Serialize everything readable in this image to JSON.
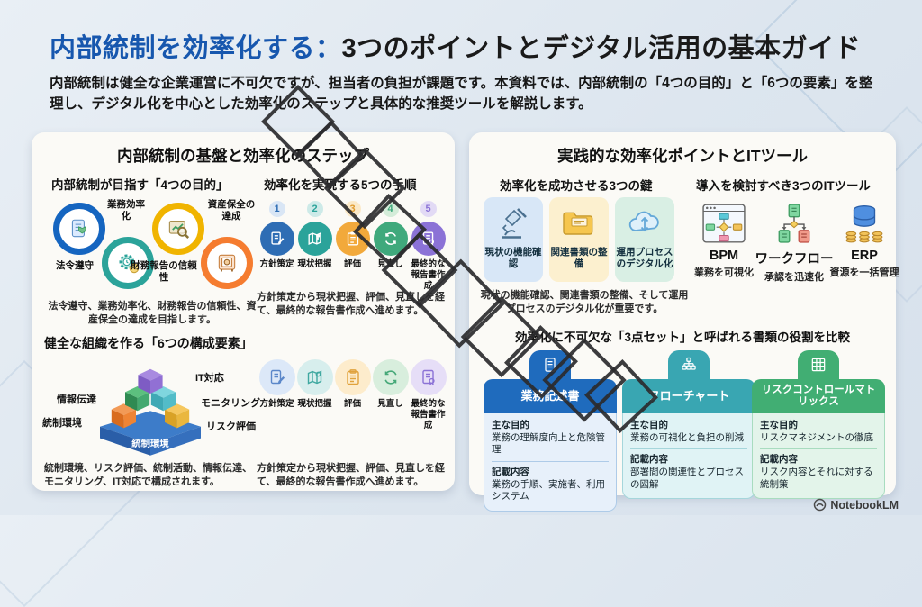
{
  "header": {
    "title_accent": "内部統制を効率化する：",
    "title_rest": "3つのポイントとデジタル活用の基本ガイド",
    "subtitle": "内部統制は健全な企業運営に不可欠ですが、担当者の負担が課題です。本資料では、内部統制の「4つの目的」と「6つの要素」を整理し、デジタル化を中心とした効率化のステップと具体的な推奨ツールを解説します。"
  },
  "left_card": {
    "title": "内部統制の基盤と効率化のステップ",
    "purposes": {
      "heading": "内部統制が目指す「4つの目的」",
      "items": [
        {
          "label": "法令遵守",
          "color": "#1565c0",
          "icon": "scroll-shield-icon"
        },
        {
          "label": "業務効率化",
          "color": "#2ba39a",
          "icon": "gears-clock-icon"
        },
        {
          "label": "財務報告の信頼性",
          "color": "#f0b400",
          "icon": "chart-magnifier-icon"
        },
        {
          "label": "資産保全の達成",
          "color": "#f57c30",
          "icon": "safe-icon"
        }
      ],
      "caption": "法令遵守、業務効率化、財務報告の信頼性、資産保全の達成を目指します。"
    },
    "steps": {
      "heading": "効率化を実現する5つの手順",
      "items": [
        {
          "num": "1",
          "label": "方針策定",
          "color": "#2e6db4",
          "icon": "document-pen-icon"
        },
        {
          "num": "2",
          "label": "現状把握",
          "color": "#2ba39a",
          "icon": "map-pin-icon"
        },
        {
          "num": "3",
          "label": "評価",
          "color": "#f2a93b",
          "icon": "clipboard-icon"
        },
        {
          "num": "4",
          "label": "見直し",
          "color": "#3fa97c",
          "icon": "refresh-icon"
        },
        {
          "num": "5",
          "label": "最終的な報告書作成",
          "color": "#8b72d6",
          "icon": "report-seal-icon"
        }
      ],
      "caption": "方針策定から現状把握、評価、見直しを経て、最終的な報告書作成へ進めます。"
    },
    "elements": {
      "heading": "健全な組織を作る「6つの構成要素」",
      "labels": {
        "it": "IT対応",
        "info": "情報伝達",
        "monitoring": "モニタリング",
        "control_env": "統制環境",
        "risk": "リスク評価",
        "base": "統制環境"
      },
      "caption": "統制環境、リスク評価、統制活動、情報伝達、モニタリング、IT対応で構成されます。"
    },
    "steps_pastel": {
      "items": [
        {
          "label": "方針策定"
        },
        {
          "label": "現状把握"
        },
        {
          "label": "評価"
        },
        {
          "label": "見直し"
        },
        {
          "label": "最終的な報告書作成"
        }
      ],
      "caption": "方針策定から現状把握、評価、見直しを経て、最終的な報告書作成へ進めます。"
    }
  },
  "right_card": {
    "title": "実践的な効率化ポイントとITツール",
    "keys": {
      "heading": "効率化を成功させる3つの鍵",
      "items": [
        {
          "label": "現状の機能確認",
          "icon": "microscope-icon",
          "color": "#d8e7f7"
        },
        {
          "label": "関連書類の整備",
          "icon": "folder-icon",
          "color": "#fcf0cf"
        },
        {
          "label": "運用プロセスのデジタル化",
          "icon": "cloud-sync-icon",
          "color": "#d9efe4"
        }
      ],
      "caption": "現状の機能確認、関連書類の整備、そして運用プロセスのデジタル化が重要です。"
    },
    "tools": {
      "heading": "導入を検討すべき3つのITツール",
      "items": [
        {
          "name": "BPM",
          "desc": "業務を可視化",
          "icon": "bpm-flow-window-icon"
        },
        {
          "name": "ワークフロー",
          "desc": "承認を迅速化",
          "icon": "workflow-branch-icon"
        },
        {
          "name": "ERP",
          "desc": "資源を一括管理",
          "icon": "database-coins-icon"
        }
      ]
    },
    "comparison": {
      "heading": "効率化に不可欠な「3点セット」と呼ばれる書類の役割を比較",
      "columns": [
        {
          "title": "業務記述書",
          "icon": "document-lines-icon",
          "color": "#1f6bbd",
          "purpose_label": "主な目的",
          "purpose": "業務の理解度向上と危険管理",
          "content_label": "記載内容",
          "content": "業務の手順、実施者、利用システム"
        },
        {
          "title": "フローチャート",
          "icon": "org-chart-icon",
          "color": "#39a6b2",
          "purpose_label": "主な目的",
          "purpose": "業務の可視化と負担の削減",
          "content_label": "記載内容",
          "content": "部署間の関連性とプロセスの図解"
        },
        {
          "title": "リスクコントロールマトリックス",
          "icon": "matrix-grid-icon",
          "color": "#41ae73",
          "purpose_label": "主な目的",
          "purpose": "リスクマネジメントの徹底",
          "content_label": "記載内容",
          "content": "リスク内容とそれに対する統制策"
        }
      ]
    }
  },
  "footer": {
    "brand": "NotebookLM"
  },
  "palette": {
    "title_blue": "#1757ae",
    "background": "#dde6ef",
    "card": "#fbfaf6",
    "watermark_diamond_stroke": "#2b2b2e"
  },
  "decorations": [
    "diamond-outline-watermark-chain",
    "faint-corner-diamonds"
  ]
}
